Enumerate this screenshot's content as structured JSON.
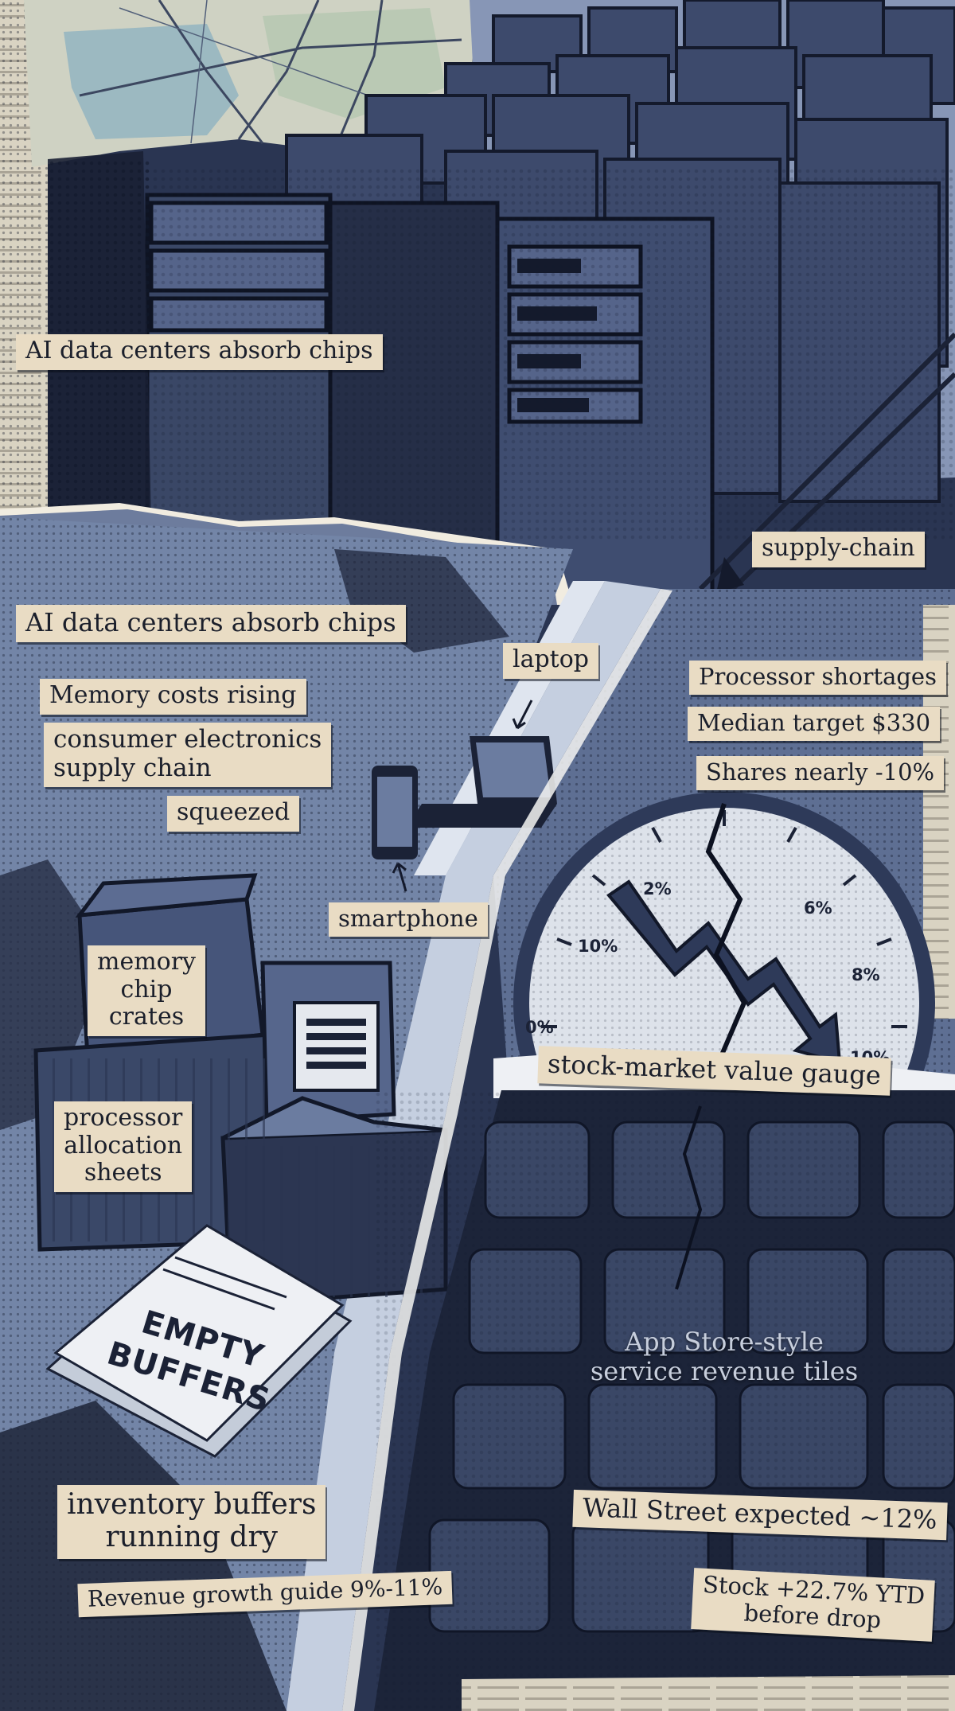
{
  "labels": {
    "ai_data_centers_top": "AI data centers absorb chips",
    "supply_chain": "supply-chain",
    "ai_data_centers_mid": "AI data centers absorb chips",
    "memory_costs": "Memory costs rising",
    "consumer_line1": "consumer electronics",
    "consumer_line2": "supply chain",
    "squeezed": "squeezed",
    "laptop": "laptop",
    "smartphone": "smartphone",
    "processor_shortages": "Processor shortages",
    "median_target": "Median target $330",
    "shares_down": "Shares nearly -10%",
    "memory_crates_l1": "memory",
    "memory_crates_l2": "chip",
    "memory_crates_l3": "crates",
    "alloc_l1": "processor",
    "alloc_l2": "allocation",
    "alloc_l3": "sheets",
    "gauge_label": "stock-market value gauge",
    "tiles_l1": "App Store-style",
    "tiles_l2": "service revenue tiles",
    "inventory_l1": "inventory buffers",
    "inventory_l2": "running dry",
    "revenue_guide": "Revenue growth guide 9%-11%",
    "wall_street": "Wall Street expected ~12%",
    "ytd_l1": "Stock +22.7% YTD",
    "ytd_l2": "before drop"
  },
  "stamp": {
    "line1": "EMPTY",
    "line2": "BUFFERS"
  },
  "gauge": {
    "ticks": [
      "0%",
      "10%",
      "2%",
      "6%",
      "8%",
      "10%"
    ]
  },
  "colors": {
    "navy_dark": "#1b2236",
    "steel": "#5b6b8c",
    "pale": "#a9b6cf",
    "paper": "#e9dcc4"
  },
  "icons": [
    "server-rack-icon",
    "laptop-icon",
    "smartphone-icon",
    "crate-icon",
    "gauge-icon",
    "trend-down-arrow-icon",
    "app-tile-icon"
  ]
}
